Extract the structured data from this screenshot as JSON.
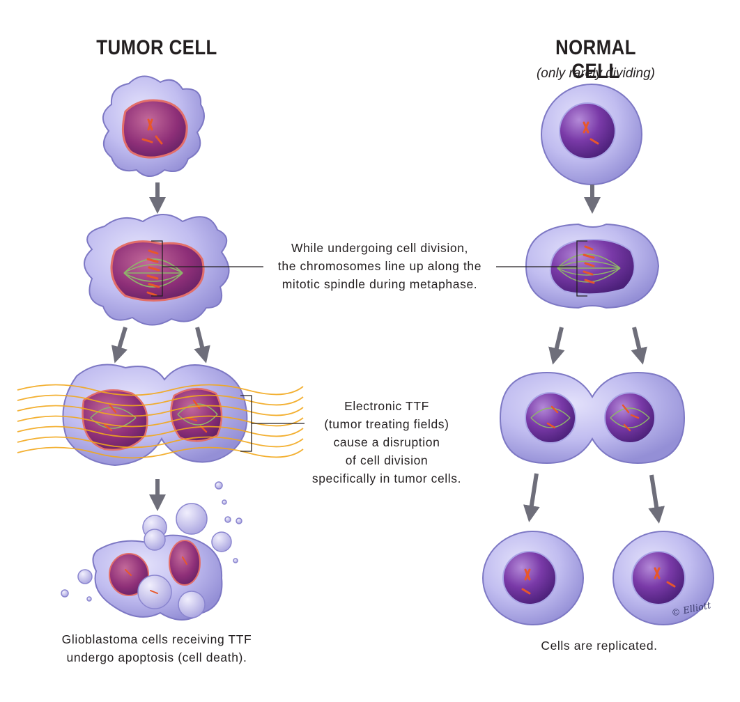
{
  "headings": {
    "tumor": "TUMOR CELL",
    "normal": "NORMAL CELL",
    "normal_subtitle": "(only rarely dividing)"
  },
  "labels": {
    "metaphase": "While undergoing cell division,\nthe chromosomes line up along the\nmitotic spindle during metaphase.",
    "ttf": "Electronic TTF\n(tumor treating fields)\ncause a disruption\nof cell division\nspecifically in tumor cells.",
    "apoptosis": "Glioblastoma cells receiving TTF\nundergo apoptosis (cell death).",
    "replicated": "Cells are replicated."
  },
  "signature": "© Elliott",
  "colors": {
    "cytoplasm": "#b9b6ea",
    "cytoplasm_edge": "#7d78c4",
    "nucleus": "#6a2f9c",
    "tumor_nucleus": "#9e3a78",
    "tumor_nucleus_edge": "#e36f6a",
    "chromosome": "#e8572a",
    "spindle": "#8fb46a",
    "arrow": "#6e6e7a",
    "field_wave": "#f2a81c",
    "leader_line": "#231f20"
  },
  "icons": {
    "arrow": "down-arrow-icon",
    "wave": "field-wave-icon"
  }
}
